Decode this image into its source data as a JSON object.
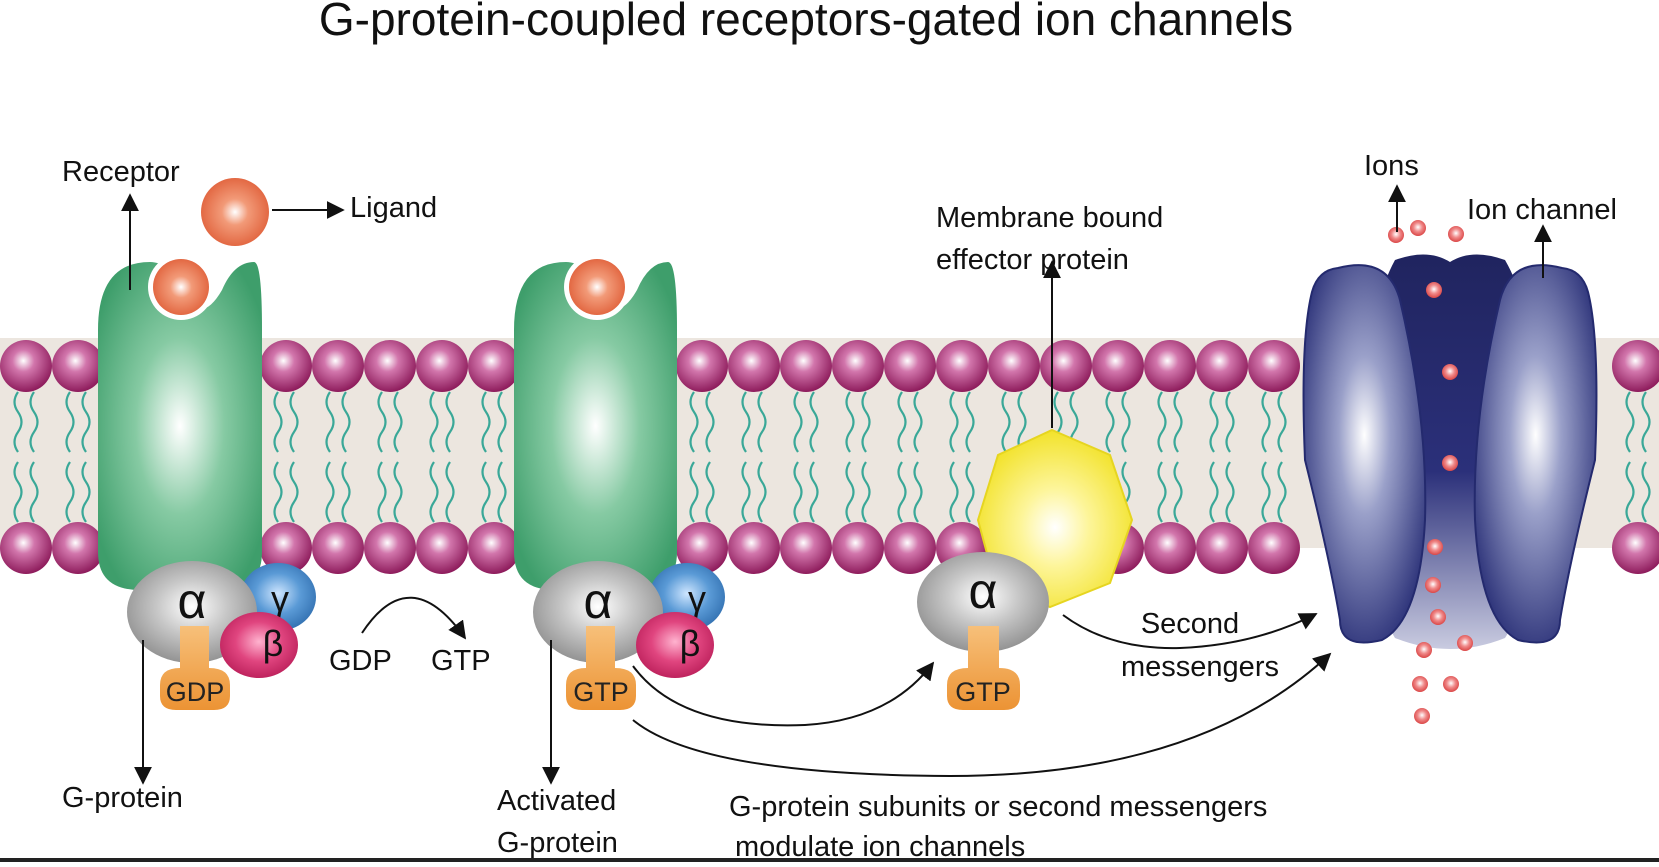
{
  "title": "G-protein-coupled receptors-gated ion channels",
  "labels": {
    "receptor": "Receptor",
    "ligand": "Ligand",
    "g_protein": "G-protein",
    "gdp_free": "GDP",
    "gtp_free": "GTP",
    "activated_line1": "Activated",
    "activated_line2": "G-protein",
    "membrane_line1": "Membrane bound",
    "membrane_line2": "effector protein",
    "second_line1": "Second",
    "second_line2": "messengers",
    "ions": "Ions",
    "ion_channel": "Ion channel",
    "modulate_line1": "G-protein subunits or second messengers",
    "modulate_line2": "modulate ion channels"
  },
  "subunits": {
    "alpha": "α",
    "beta": "β",
    "gamma": "γ",
    "gdp": "GDP",
    "gtp": "GTP"
  },
  "colors": {
    "membrane_bg": "#ece6df",
    "lipid_head": "#a3246e",
    "lipid_tail": "#3aa898",
    "receptor": "#4fae7c",
    "ligand": "#e8734f",
    "alpha": "#9a9a9a",
    "beta": "#d42f6e",
    "gamma": "#3a7fc1",
    "nucleotide": "#f0a04a",
    "effector": "#f7e83a",
    "channel": "#2a2f7a",
    "ion": "#e04a4a"
  }
}
